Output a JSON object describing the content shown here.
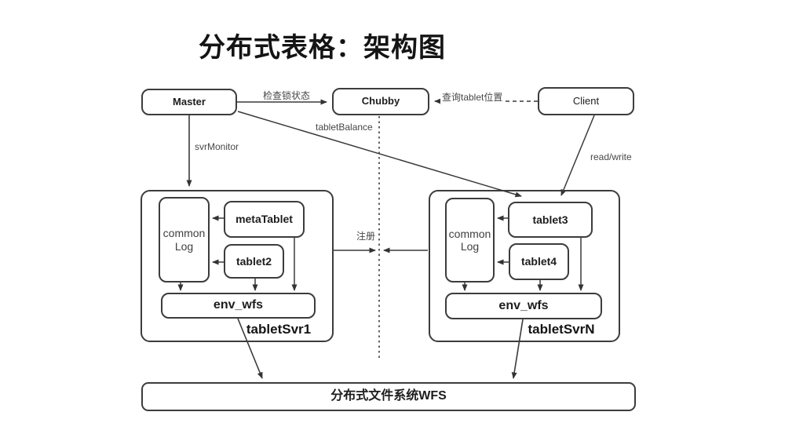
{
  "title": "分布式表格：架构图",
  "nodes": {
    "master": "Master",
    "chubby": "Chubby",
    "client": "Client",
    "common_log_1": "common\nLog",
    "meta_tablet": "metaTablet",
    "tablet2": "tablet2",
    "env_wfs_1": "env_wfs",
    "tablet_svr_1": "tabletSvr1",
    "common_log_n": "common\nLog",
    "tablet3": "tablet3",
    "tablet4": "tablet4",
    "env_wfs_n": "env_wfs",
    "tablet_svr_n": "tabletSvrN",
    "wfs": "分布式文件系统WFS"
  },
  "edge_labels": {
    "check_lock": "检查锁状态",
    "query_tablet_location": "查询tablet位置",
    "tablet_balance": "tabletBalance",
    "svr_monitor": "svrMonitor",
    "read_write": "read/write",
    "register": "注册"
  },
  "colors": {
    "stroke": "#3a3a3a",
    "label_text": "#474747",
    "box_text": "#1d1d1d",
    "background": "#ffffff"
  }
}
